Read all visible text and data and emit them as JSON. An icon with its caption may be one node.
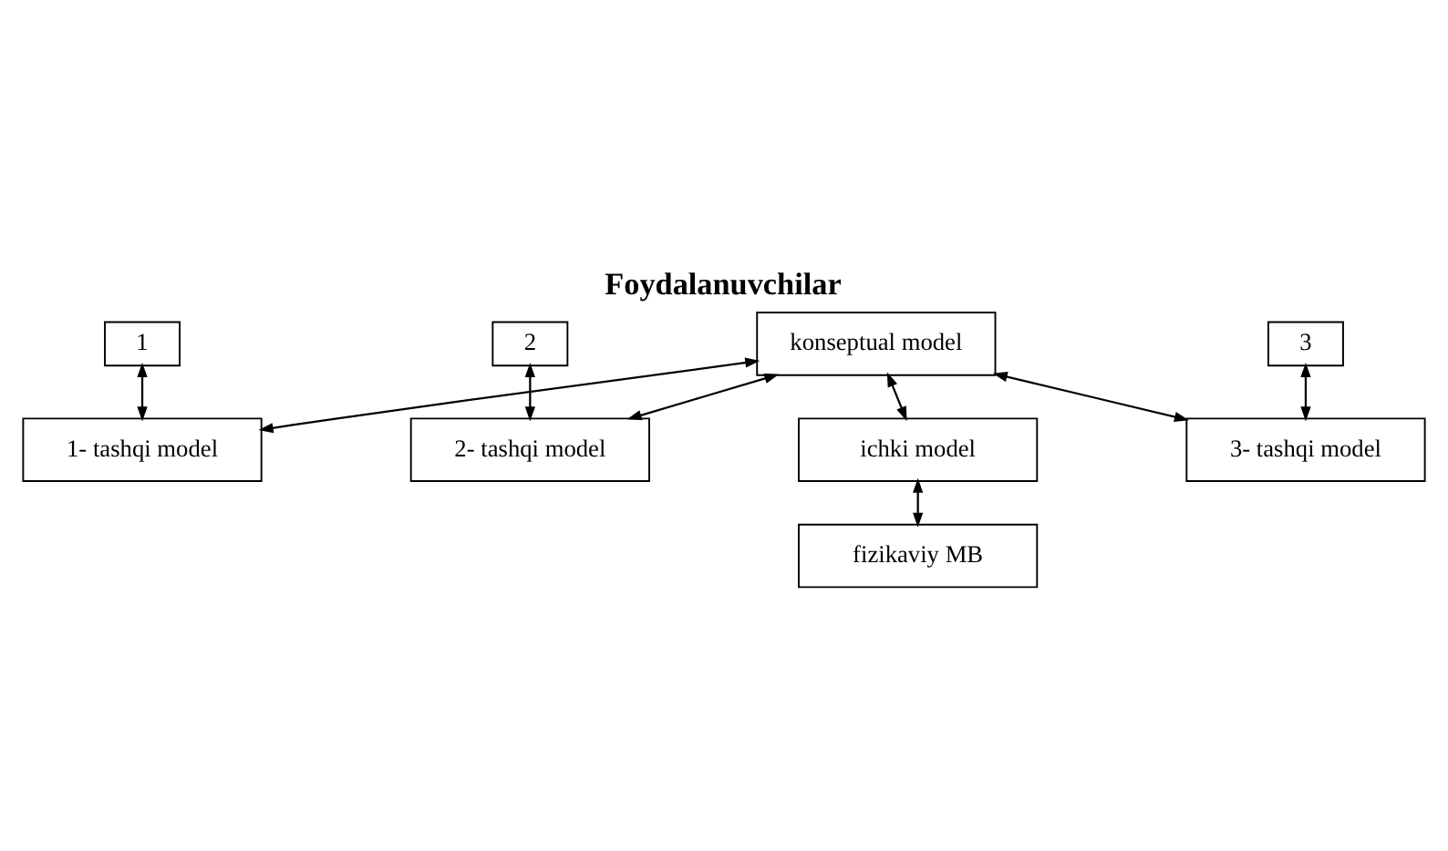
{
  "diagram": {
    "title": "Foydalanuvchilar",
    "nodes": [
      {
        "text": [
          "1"
        ]
      },
      {
        "text": [
          "2"
        ]
      },
      {
        "text": [
          "3"
        ]
      },
      {
        "text": [
          "1- tashqi model"
        ]
      },
      {
        "text": [
          "2- tashqi model"
        ]
      },
      {
        "text": [
          "3- tashqi model"
        ]
      },
      {
        "text": [
          "konseptual model"
        ]
      },
      {
        "text": [
          "ichki model"
        ]
      },
      {
        "text": [
          "fizikaviy MB"
        ]
      }
    ],
    "edges": [
      {
        "from": 0,
        "to": 3,
        "arrow": "both"
      },
      {
        "from": 1,
        "to": 4,
        "arrow": "both"
      },
      {
        "from": 2,
        "to": 5,
        "arrow": "both"
      },
      {
        "from": 6,
        "to": 3,
        "arrow": "both"
      },
      {
        "from": 6,
        "to": 4,
        "arrow": "both"
      },
      {
        "from": 6,
        "to": 5,
        "arrow": "both"
      },
      {
        "from": 6,
        "to": 7,
        "arrow": "both"
      },
      {
        "from": 7,
        "to": 8,
        "arrow": "both"
      }
    ]
  }
}
